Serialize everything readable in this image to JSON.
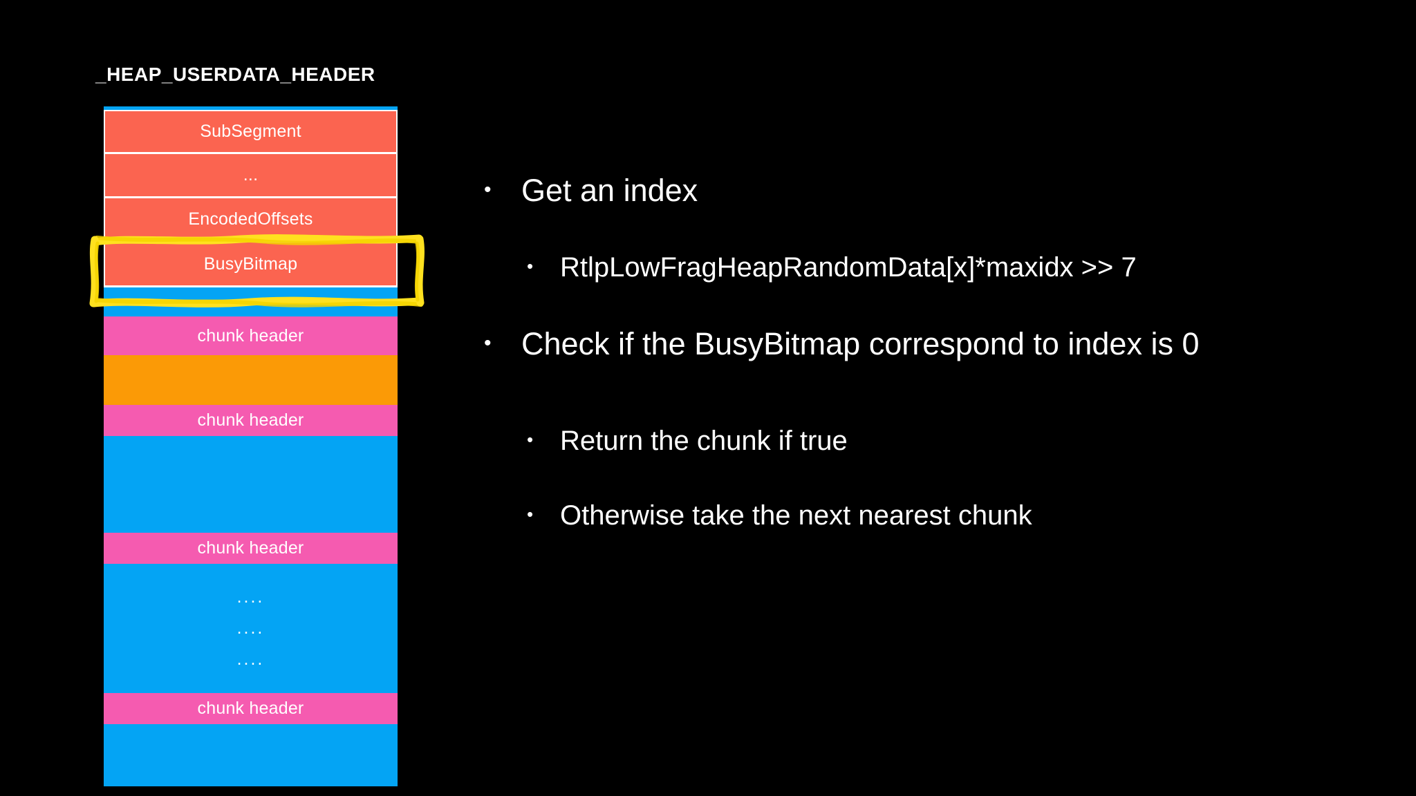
{
  "slide": {
    "background_color": "#000000",
    "text_color": "#ffffff"
  },
  "diagram": {
    "title": "_HEAP_USERDATA_HEADER",
    "highlight_color": "#ffe11f",
    "highlighted_row": "BusyBitmap",
    "colors": {
      "header_red": "#fb6450",
      "chunk_pink": "#f55bb0",
      "data_blue": "#04a4f4",
      "data_orange": "#fb9a06",
      "divider_white": "#ffffff"
    },
    "rows": [
      {
        "label": "SubSegment",
        "kind": "red"
      },
      {
        "label": "...",
        "kind": "red"
      },
      {
        "label": "EncodedOffsets",
        "kind": "red"
      },
      {
        "label": "BusyBitmap",
        "kind": "red"
      },
      {
        "label": "",
        "kind": "blue"
      },
      {
        "label": "chunk header",
        "kind": "pink"
      },
      {
        "label": "",
        "kind": "orange"
      },
      {
        "label": "chunk header",
        "kind": "pink"
      },
      {
        "label": "",
        "kind": "blue"
      },
      {
        "label": "chunk header",
        "kind": "pink"
      },
      {
        "label": "",
        "kind": "blue-dots"
      },
      {
        "label": "chunk header",
        "kind": "pink"
      },
      {
        "label": "",
        "kind": "blue"
      }
    ],
    "dots_rows": [
      "....",
      "....",
      "...."
    ]
  },
  "bullets": [
    {
      "level": 1,
      "marker": "•",
      "text": "Get an index"
    },
    {
      "level": 2,
      "marker": "•",
      "text": "RtlpLowFragHeapRandomData[x]*maxidx >> 7"
    },
    {
      "level": 1,
      "marker": "•",
      "text": "Check if the BusyBitmap correspond to index is 0"
    },
    {
      "level": 2,
      "marker": "•",
      "text": "Return the chunk if true"
    },
    {
      "level": 2,
      "marker": "•",
      "text": "Otherwise take the next nearest chunk"
    }
  ]
}
